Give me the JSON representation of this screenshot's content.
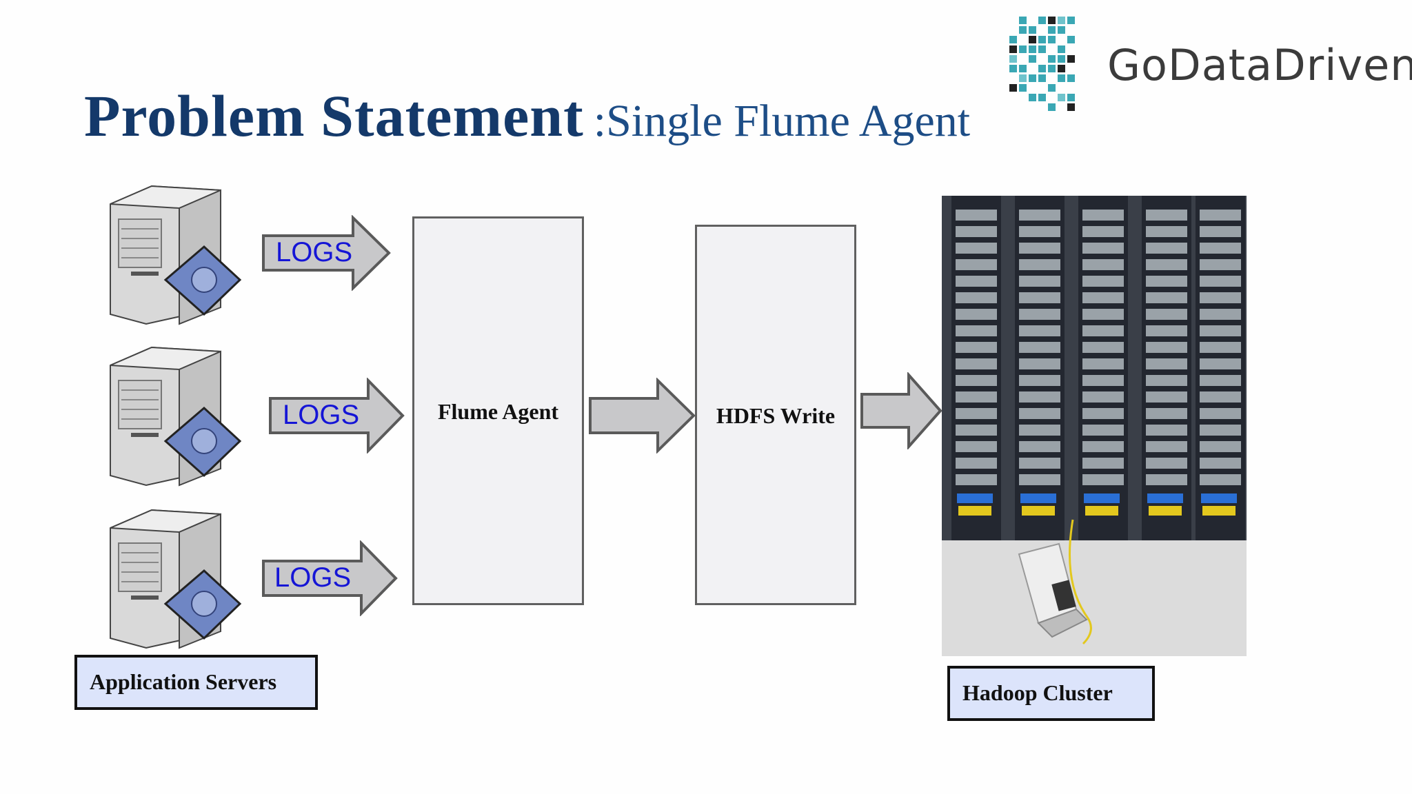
{
  "title": {
    "main": "Problem Statement",
    "sub": ":Single Flume Agent"
  },
  "logo": {
    "text": "GoDataDriven"
  },
  "arrows": {
    "logs_1": "LOGS",
    "logs_2": "LOGS",
    "logs_3": "LOGS"
  },
  "boxes": {
    "flume_agent": "Flume Agent",
    "hdfs_write": "HDFS Write"
  },
  "labels": {
    "application_servers": "Application Servers",
    "hadoop_cluster": "Hadoop Cluster"
  },
  "colors": {
    "title": "#14396a",
    "logs_text": "#1515d6",
    "label_fill": "#dce4fb",
    "logo_teal": "#3aa7b4"
  }
}
